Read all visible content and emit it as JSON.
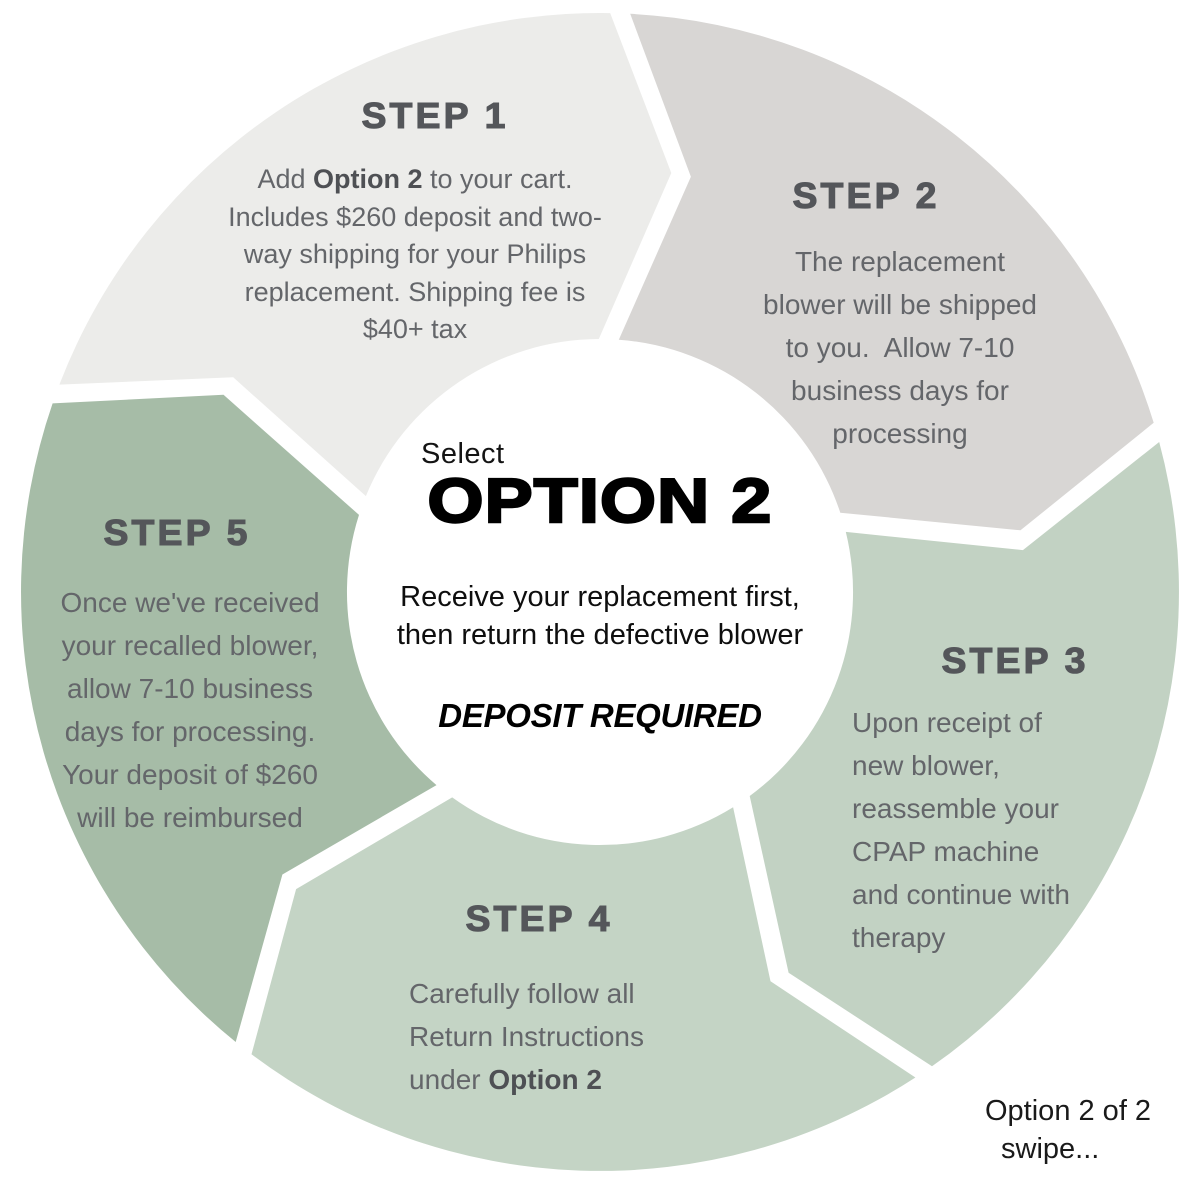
{
  "center": {
    "kicker": "Select",
    "title": "OPTION 2",
    "subtitle_line1": "Receive your replacement first,",
    "subtitle_line2": "then return the defective blower",
    "badge": "DEPOSIT REQUIRED"
  },
  "footer": {
    "line1": "Option 2 of 2",
    "line2": "swipe..."
  },
  "colors": {
    "background": "#ffffff",
    "heading_text": "#54565a",
    "body_text": "#64666a",
    "center_text": "#000000"
  },
  "steps": [
    {
      "label": "STEP 1",
      "color": "#ececea",
      "intro": {
        "pre": "Add ",
        "bold": "Option 2",
        "post": " to your cart."
      },
      "lines": [
        "Includes $260 deposit and two-",
        "way shipping for your Philips",
        "replacement. Shipping fee is",
        "$40+ tax"
      ]
    },
    {
      "label": "STEP 2",
      "color": "#d8d6d4",
      "lines": [
        "The replacement",
        "blower will be shipped",
        "to you.  Allow 7-10",
        "business days for",
        "processing"
      ]
    },
    {
      "label": "STEP 3",
      "color": "#c2d2c3",
      "lines": [
        "Upon receipt of",
        "new blower,",
        "reassemble your",
        "CPAP machine",
        "and continue with",
        "therapy"
      ]
    },
    {
      "label": "STEP 4",
      "color": "#c4d4c5",
      "lines": [
        "Carefully follow all",
        "Return Instructions"
      ],
      "outro": {
        "pre": "under ",
        "bold": "Option 2"
      }
    },
    {
      "label": "STEP 5",
      "color": "#a6bca7",
      "lines": [
        "Once we've received",
        "your recalled blower,",
        "allow 7-10 business",
        "days for processing.",
        "Your deposit of $260",
        "will be reimbursed"
      ]
    }
  ]
}
